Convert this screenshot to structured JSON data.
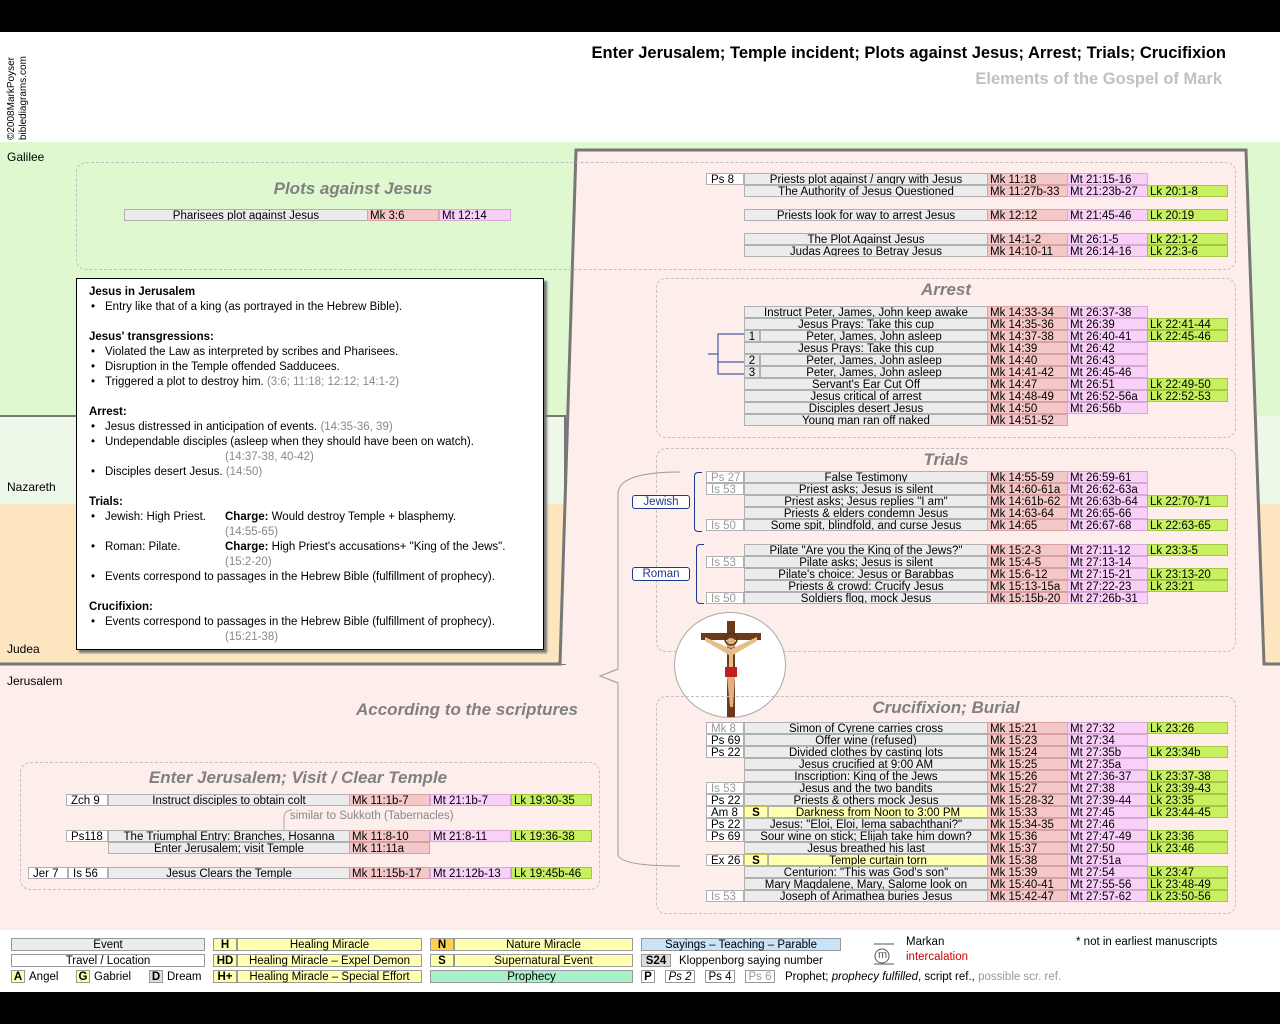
{
  "header": {
    "title": "Enter Jerusalem; Temple incident; Plots against Jesus; Arrest; Trials; Crucifixion",
    "subtitle": "Elements of the Gospel of Mark",
    "copyright": "©2008MarkPoyser",
    "site": "biblediagrams.com"
  },
  "regions": {
    "galilee": "Galilee",
    "nazareth": "Nazareth",
    "judea": "Judea",
    "jerusalem": "Jerusalem"
  },
  "colors": {
    "galilee": "#dff8d0",
    "nazareth": "#eef8e8",
    "judea": "#fde6bf",
    "jerusalem": "#fdeeec",
    "mark": "#f4c8c8",
    "matthew": "#f8d0f8",
    "luke": "#c8f060",
    "event": "#ececec",
    "supernatural": "#ffffb0",
    "prophecy": "#a8f0c8",
    "sayings": "#c8e4fa"
  },
  "plots": {
    "title": "Plots against Jesus",
    "pharisees": {
      "event": "Pharisees plot against Jesus",
      "mk": "Mk 3:6",
      "mt": "Mt 12:14"
    },
    "rows": [
      {
        "ot": "Ps 8",
        "event": "Priests plot against / angry with Jesus",
        "mk": "Mk 11:18",
        "mt": "Mt 21:15-16",
        "lk": ""
      },
      {
        "ot": "",
        "event": "The Authority of Jesus Questioned",
        "mk": "Mk 11:27b-33",
        "mt": "Mt 21:23b-27",
        "lk": "Lk 20:1-8"
      },
      {
        "ot": "",
        "event": "Priests look for way to arrest Jesus",
        "mk": "Mk 12:12",
        "mt": "Mt 21:45-46",
        "lk": "Lk 20:19"
      },
      {
        "ot": "",
        "event": "The Plot Against Jesus",
        "mk": "Mk 14:1-2",
        "mt": "Mt 26:1-5",
        "lk": "Lk 22:1-2"
      },
      {
        "ot": "",
        "event": "Judas Agrees to Betray Jesus",
        "mk": "Mk 14:10-11",
        "mt": "Mt 26:14-16",
        "lk": "Lk 22:3-6"
      }
    ]
  },
  "arrest": {
    "title": "Arrest",
    "rows": [
      {
        "n": "",
        "event": "Instruct Peter, James, John keep awake",
        "mk": "Mk 14:33-34",
        "mt": "Mt 26:37-38",
        "lk": ""
      },
      {
        "n": "",
        "event": "Jesus Prays: Take this cup",
        "mk": "Mk 14:35-36",
        "mt": "Mt 26:39",
        "lk": "Lk 22:41-44"
      },
      {
        "n": "1",
        "event": "Peter, James, John asleep",
        "mk": "Mk 14:37-38",
        "mt": "Mt 26:40-41",
        "lk": "Lk 22:45-46"
      },
      {
        "n": "",
        "event": "Jesus Prays: Take this cup",
        "mk": "Mk 14:39",
        "mt": "Mt 26:42",
        "lk": ""
      },
      {
        "n": "2",
        "event": "Peter, James, John asleep",
        "mk": "Mk 14:40",
        "mt": "Mt 26:43",
        "lk": ""
      },
      {
        "n": "3",
        "event": "Peter, James, John asleep",
        "mk": "Mk 14:41-42",
        "mt": "Mt 26:45-46",
        "lk": ""
      },
      {
        "n": "",
        "event": "Servant's Ear Cut Off",
        "mk": "Mk 14:47",
        "mt": "Mt 26:51",
        "lk": "Lk 22:49-50"
      },
      {
        "n": "",
        "event": "Jesus critical of arrest",
        "mk": "Mk 14:48-49",
        "mt": "Mt 26:52-56a",
        "lk": "Lk 22:52-53"
      },
      {
        "n": "",
        "event": "Disciples desert Jesus",
        "mk": "Mk 14:50",
        "mt": "Mt 26:56b",
        "lk": ""
      },
      {
        "n": "",
        "event": "Young man ran off naked",
        "mk": "Mk 14:51-52",
        "mt": "",
        "lk": ""
      }
    ]
  },
  "trials": {
    "title": "Trials",
    "jewish_label": "Jewish",
    "roman_label": "Roman",
    "jewish": [
      {
        "ot": "Ps 27",
        "event": "False Testimony",
        "mk": "Mk 14:55-59",
        "mt": "Mt 26:59-61",
        "lk": ""
      },
      {
        "ot": "Is 53",
        "event": "Priest asks; Jesus is silent",
        "mk": "Mk 14:60-61a",
        "mt": "Mt 26:62-63a",
        "lk": ""
      },
      {
        "ot": "",
        "event": "Priest asks; Jesus replies \"I am\"",
        "mk": "Mk 14:61b-62",
        "mt": "Mt 26:63b-64",
        "lk": "Lk 22:70-71"
      },
      {
        "ot": "",
        "event": "Priests & elders condemn Jesus",
        "mk": "Mk 14:63-64",
        "mt": "Mt 26:65-66",
        "lk": ""
      },
      {
        "ot": "Is 50",
        "event": "Some spit, blindfold, and curse Jesus",
        "mk": "Mk 14:65",
        "mt": "Mt 26:67-68",
        "lk": "Lk 22:63-65"
      }
    ],
    "roman": [
      {
        "ot": "",
        "event": "Pilate \"Are you the King of the Jews?\"",
        "mk": "Mk 15:2-3",
        "mt": "Mt 27:11-12",
        "lk": "Lk 23:3-5"
      },
      {
        "ot": "Is 53",
        "event": "Pilate asks; Jesus is silent",
        "mk": "Mk 15:4-5",
        "mt": "Mt 27:13-14",
        "lk": ""
      },
      {
        "ot": "",
        "event": "Pilate's choice: Jesus or Barabbas",
        "mk": "Mk 15:6-12",
        "mt": "Mt 27:15-21",
        "lk": "Lk 23:13-20"
      },
      {
        "ot": "",
        "event": "Priests & crowd: Crucify Jesus",
        "mk": "Mk 15:13-15a",
        "mt": "Mt 27:22-23",
        "lk": "Lk 23:21"
      },
      {
        "ot": "Is 50",
        "event": "Soldiers flog, mock Jesus",
        "mk": "Mk 15:15b-20",
        "mt": "Mt 27:26b-31",
        "lk": ""
      }
    ]
  },
  "crucifixion": {
    "title": "Crucifixion; Burial",
    "rows": [
      {
        "ot": "Mk 8",
        "otg": true,
        "s": "",
        "event": "Simon of Cyrene carries cross",
        "mk": "Mk 15:21",
        "mt": "Mt 27:32",
        "lk": "Lk 23:26"
      },
      {
        "ot": "Ps 69",
        "otg": false,
        "s": "",
        "event": "Offer wine (refused)",
        "mk": "Mk 15:23",
        "mt": "Mt 27:34",
        "lk": ""
      },
      {
        "ot": "Ps 22",
        "otg": false,
        "s": "",
        "event": "Divided clothes by casting lots",
        "mk": "Mk 15:24",
        "mt": "Mt 27:35b",
        "lk": "Lk 23:34b"
      },
      {
        "ot": "",
        "otg": false,
        "s": "",
        "event": "Jesus crucified at 9:00 AM",
        "mk": "Mk 15:25",
        "mt": "Mt 27:35a",
        "lk": ""
      },
      {
        "ot": "",
        "otg": false,
        "s": "",
        "event": "Inscription: King of the Jews",
        "mk": "Mk 15:26",
        "mt": "Mt 27:36-37",
        "lk": "Lk 23:37-38"
      },
      {
        "ot": "Is 53",
        "otg": true,
        "s": "",
        "event": "Jesus and the two bandits",
        "mk": "Mk 15:27",
        "mt": "Mt 27:38",
        "lk": "Lk 23:39-43"
      },
      {
        "ot": "Ps 22",
        "otg": false,
        "s": "",
        "event": "Priests & others mock Jesus",
        "mk": "Mk 15:28-32",
        "mt": "Mt 27:39-44",
        "lk": "Lk 23:35"
      },
      {
        "ot": "Am 8",
        "otg": false,
        "s": "S",
        "event": "Darkness from Noon to 3:00 PM",
        "mk": "Mk 15:33",
        "mt": "Mt 27:45",
        "lk": "Lk 23:44-45"
      },
      {
        "ot": "Ps 22",
        "otg": false,
        "s": "",
        "event": "Jesus: \"Eloi, Eloi, lema sabachthani?\"",
        "mk": "Mk 15:34-35",
        "mt": "Mt 27:46",
        "lk": ""
      },
      {
        "ot": "Ps 69",
        "otg": false,
        "s": "",
        "event": "Sour wine on stick; Elijah take him down?",
        "mk": "Mk 15:36",
        "mt": "Mt 27:47-49",
        "lk": "Lk 23:36"
      },
      {
        "ot": "",
        "otg": false,
        "s": "",
        "event": "Jesus  breathed his last",
        "mk": "Mk 15:37",
        "mt": "Mt 27:50",
        "lk": "Lk 23:46"
      },
      {
        "ot": "Ex 26",
        "otg": false,
        "s": "S",
        "event": "Temple curtain torn",
        "mk": "Mk 15:38",
        "mt": "Mt 27:51a",
        "lk": ""
      },
      {
        "ot": "",
        "otg": false,
        "s": "",
        "event": "Centurion: \"This was God's son\"",
        "mk": "Mk 15:39",
        "mt": "Mt 27:54",
        "lk": "Lk 23:47"
      },
      {
        "ot": "",
        "otg": false,
        "s": "",
        "event": "Mary Magdalene, Mary, Salome look on",
        "mk": "Mk 15:40-41",
        "mt": "Mt 27:55-56",
        "lk": "Lk 23:48-49"
      },
      {
        "ot": "Is 53",
        "otg": true,
        "s": "",
        "event": "Joseph of Arimathea buries Jesus",
        "mk": "Mk 15:42-47",
        "mt": "Mt 27:57-62",
        "lk": "Lk 23:50-56"
      }
    ]
  },
  "scriptures_label": "According to the scriptures",
  "enter": {
    "title": "Enter Jerusalem; Visit / Clear Temple",
    "rows": [
      {
        "ot": "Zch 9",
        "ot2": "",
        "event": "Instruct disciples to obtain colt",
        "mk": "Mk 11:1b-7",
        "mt": "Mt 21:1b-7",
        "lk": "Lk 19:30-35"
      },
      {
        "ot": "Ps118",
        "ot2": "",
        "event": "The Triumphal Entry: Branches, Hosanna",
        "mk": "Mk 11:8-10",
        "mt": "Mt 21:8-11",
        "lk": "Lk 19:36-38"
      },
      {
        "ot": "",
        "ot2": "",
        "event": "Enter Jerusalem; visit Temple",
        "mk": "Mk 11:11a",
        "mt": "",
        "lk": ""
      },
      {
        "ot": "Jer 7",
        "ot2": "Is 56",
        "event": "Jesus Clears the Temple",
        "mk": "Mk 11:15b-17",
        "mt": "Mt 21:12b-13",
        "lk": "Lk 19:45b-46"
      }
    ],
    "similar_note": "similar to Sukkoth (Tabernacles)"
  },
  "info": {
    "s1_title": "Jesus in Jerusalem",
    "s1_items": [
      "Entry like that of a king (as portrayed in the Hebrew Bible)."
    ],
    "s2_title": "Jesus' transgressions:",
    "s2_items": [
      "Violated the Law as interpreted by scribes and Pharisees.",
      "Disruption in the Temple offended Sadducees.",
      "Triggered a plot to destroy him."
    ],
    "s2_ref": "(3:6; 11:18; 12:12; 14:1-2)",
    "s3_title": "Arrest:",
    "s3_item1": "Jesus distressed in anticipation of events.",
    "s3_ref1": "(14:35-36, 39)",
    "s3_item2": "Undependable disciples (asleep when they should have been on watch).",
    "s3_ref2": "(14:37-38, 40-42)",
    "s3_item3": "Disciples desert Jesus.",
    "s3_ref3": "(14:50)",
    "s4_title": "Trials:",
    "s4_j_who": "Jewish: High Priest.",
    "s4_charge": "Charge:",
    "s4_j_charge": "Would destroy Temple + blasphemy.",
    "s4_j_ref": "(14:55-65)",
    "s4_r_who": "Roman: Pilate.",
    "s4_r_charge": "High Priest's accusations+ \"King of the Jews\".",
    "s4_r_ref": "(15:2-20)",
    "s4_item3": "Events correspond to passages in the Hebrew Bible (fulfillment of prophecy).",
    "s5_title": "Crucifixion:",
    "s5_item": "Events correspond to passages in the Hebrew Bible (fulfillment of prophecy).",
    "s5_ref": "(15:21-38)"
  },
  "legend": {
    "event": "Event",
    "travel": "Travel / Location",
    "angel_k": "A",
    "angel": "Angel",
    "gabriel_k": "G",
    "gabriel": "Gabriel",
    "dream_k": "D",
    "dream": "Dream",
    "h_k": "H",
    "h": "Healing Miracle",
    "hd_k": "HD",
    "hd": "Healing Miracle – Expel Demon",
    "hp_k": "H+",
    "hp": "Healing Miracle – Special Effort",
    "n_k": "N",
    "n": "Nature Miracle",
    "s_k": "S",
    "s": "Supernatural Event",
    "prophecy": "Prophecy",
    "sayings": "Sayings – Teaching – Parable",
    "s24_k": "S24",
    "s24": "Kloppenborg saying number",
    "p_k": "P",
    "ps2": "Ps 2",
    "ps4": "Ps 4",
    "ps6": "Ps 6",
    "p_desc1": "Prophet;",
    "p_desc2": "prophecy fulfilled",
    "p_desc3": ", script ref.,",
    "p_desc4": "possible scr. ref.",
    "markan": "Markan",
    "intercalation": "intercalation",
    "m_k": "m",
    "note": "* not in earliest manuscripts"
  }
}
